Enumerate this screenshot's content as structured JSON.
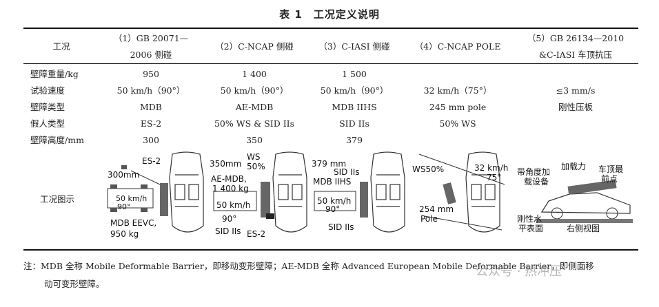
{
  "title": "表 1　工况定义说明",
  "header": {
    "col0": "工况",
    "col1_l1": "（1）GB 20071—",
    "col1_l2": "2006 侧碰",
    "col2": "（2）C-NCAP 侧碰",
    "col3": "（3）C-IASI 侧碰",
    "col4": "（4）C-NCAP POLE",
    "col5_l1": "（5）GB 26134—2010",
    "col5_l2": "&C-IASI 车顶抗压"
  },
  "rows": [
    {
      "label": "壁障重量/kg",
      "c1": "950",
      "c2": "1 400",
      "c3": "1 500",
      "c4": "",
      "c5": ""
    },
    {
      "label": "试验速度",
      "c1": "50 km/h（90°）",
      "c2": "50 km/h（90°）",
      "c3": "50 km/h（90°）",
      "c4": "32 km/h（75°）",
      "c5": "≤3 mm/s"
    },
    {
      "label": "壁障类型",
      "c1": "MDB",
      "c2": "AE-MDB",
      "c3": "MDB IIHS",
      "c4": "245 mm pole",
      "c5": "刚性压板"
    },
    {
      "label": "假人类型",
      "c1": "ES-2",
      "c2": "50% WS & SID IIs",
      "c3": "SID IIs",
      "c4": "50% WS",
      "c5": ""
    },
    {
      "label": "壁障高度/mm",
      "c1": "300",
      "c2": "350",
      "c3": "379",
      "c4": "",
      "c5": ""
    }
  ],
  "figure_row_label": "工况图示",
  "figures": {
    "f1": {
      "a": "ES-2",
      "b": "300mm",
      "c": "50 km/h",
      "d": "90°",
      "e": "MDB EEVC,",
      "f": "950 kg"
    },
    "f2": {
      "a": "350mm",
      "b": "WS",
      "c": "50%",
      "d": "AE-MDB,",
      "e": "1 400 kg",
      "f": "50 km/h",
      "g": "90°",
      "h": "SID IIs",
      "i": "ES-2"
    },
    "f3": {
      "a": "379 mm",
      "b": "SID IIs",
      "c": "MDB IIHS",
      "d": "50 km/h",
      "e": "90°",
      "f": "SID IIs"
    },
    "f4": {
      "a": "WS50%",
      "b": "32 km/h",
      "c": "75°",
      "d": "254 mm",
      "e": "Pole"
    },
    "f5": {
      "a": "带角度加",
      "b": "载设备",
      "c": "加载力",
      "d": "车顶最",
      "e": "前点",
      "f": "刚性水",
      "g": "平表面",
      "h": "右侧视图"
    }
  },
  "note_l1": "注：MDB 全称 Mobile Deformable Barrier，即移动变形壁障；AE-MDB 全称 Advanced European Mobile Deformable Barrier，即侧面移",
  "note_l2": "动可变形壁障。",
  "watermark": "公众号 · 热冲压"
}
